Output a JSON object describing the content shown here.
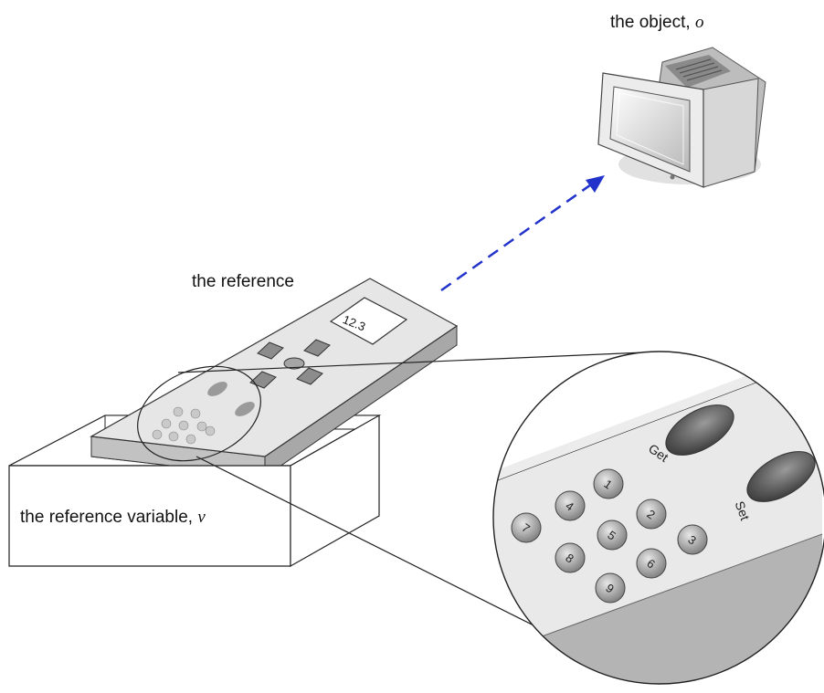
{
  "labels": {
    "object_prefix": "the object, ",
    "object_symbol": "o",
    "reference": "the reference",
    "variable_prefix": "the reference variable, ",
    "variable_symbol": "v"
  },
  "remote": {
    "display_value": "12.3",
    "get_label": "Get",
    "set_label": "Set",
    "number_buttons": [
      "1",
      "2",
      "3",
      "4",
      "5",
      "6",
      "7",
      "8",
      "9"
    ]
  },
  "colors": {
    "arrow": "#2233cc",
    "outline": "#222222",
    "remote_body": "#e6e6e6",
    "remote_shadow": "#a8a8a8"
  }
}
